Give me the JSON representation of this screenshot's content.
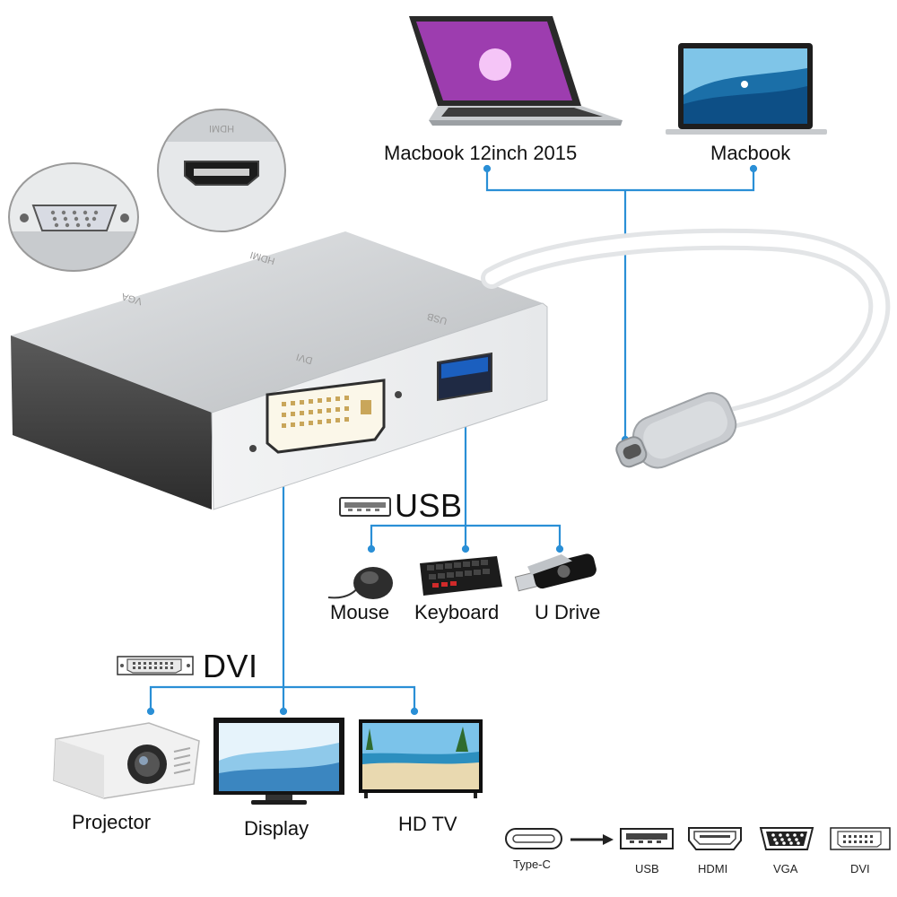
{
  "sources": {
    "macbook_12": "Macbook 12inch 2015",
    "macbook": "Macbook"
  },
  "adapter": {
    "port_labels": {
      "hdmi": "HDMI",
      "vga": "VGA",
      "dvi": "DVI",
      "usb": "USB"
    }
  },
  "usb_section": {
    "title": "USB",
    "devices": [
      "Mouse",
      "Keyboard",
      "U Drive"
    ]
  },
  "dvi_section": {
    "title": "DVI",
    "devices": [
      "Projector",
      "Display",
      "HD TV"
    ]
  },
  "port_legend": {
    "source": "Type-C",
    "outputs": [
      "USB",
      "HDMI",
      "VGA",
      "DVI"
    ]
  },
  "colors": {
    "line": "#2a8fd6",
    "metal": "#d9dcdf",
    "dark": "#3a3a3a"
  },
  "icons": [
    "vga-port-icon",
    "hdmi-port-icon",
    "usb-port-icon",
    "dvi-port-icon",
    "type-c-port-icon",
    "arrow-right-icon"
  ]
}
